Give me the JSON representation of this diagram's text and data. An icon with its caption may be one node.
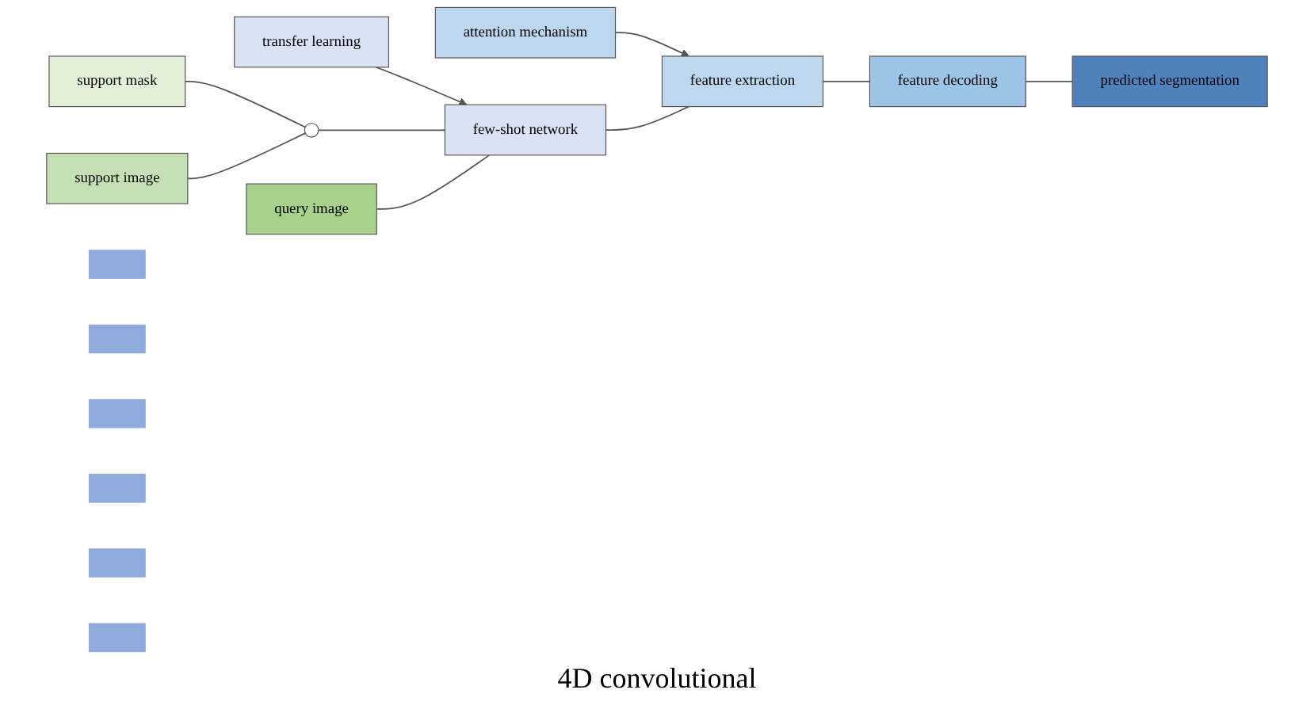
{
  "diagram": {
    "nodes": [
      {
        "text": [
          "support mask"
        ]
      },
      {
        "text": [
          "support image"
        ]
      },
      {
        "text": [
          "query image"
        ]
      },
      {
        "text": [],
        "shape": "circle"
      },
      {
        "text": [
          "transfer learning"
        ]
      },
      {
        "text": [
          "attention mechanism"
        ]
      },
      {
        "text": [
          "few-shot network"
        ]
      },
      {
        "text": [
          "feature extraction"
        ]
      },
      {
        "text": [
          "feature decoding"
        ]
      },
      {
        "text": [
          "predicted segmentation"
        ]
      },
      {
        "text": [],
        "shape": "bar"
      },
      {
        "text": [],
        "shape": "bar"
      },
      {
        "text": [],
        "shape": "bar"
      },
      {
        "text": [],
        "shape": "bar"
      },
      {
        "text": [],
        "shape": "bar"
      },
      {
        "text": [],
        "shape": "bar"
      }
    ],
    "edges": [
      {
        "from": 0,
        "to": 3,
        "arrow": "none"
      },
      {
        "from": 1,
        "to": 3,
        "arrow": "none"
      },
      {
        "from": 3,
        "to": 6,
        "arrow": "none"
      },
      {
        "from": 2,
        "to": 6,
        "arrow": "none"
      },
      {
        "from": 4,
        "to": 6,
        "arrow": "to"
      },
      {
        "from": 5,
        "to": 7,
        "arrow": "to"
      },
      {
        "from": 6,
        "to": 7,
        "arrow": "none"
      },
      {
        "from": 7,
        "to": 8,
        "arrow": "none"
      },
      {
        "from": 8,
        "to": 9,
        "arrow": "none"
      }
    ],
    "labels": [
      "4D convolutional"
    ]
  }
}
